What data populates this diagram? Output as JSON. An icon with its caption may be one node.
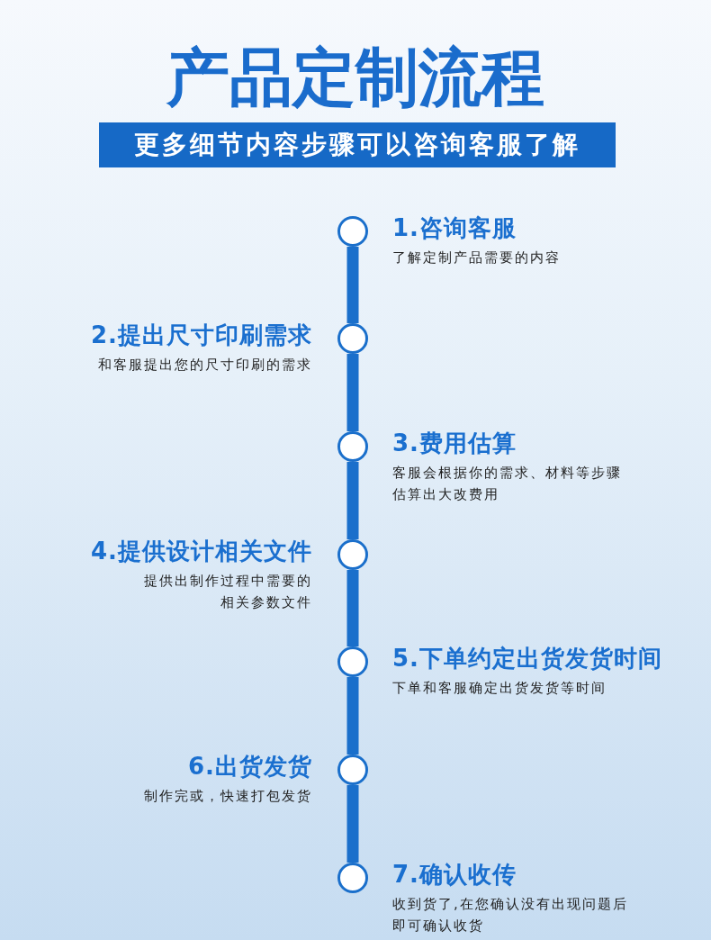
{
  "diagram": {
    "title": "产品定制流程",
    "nodes": [
      {
        "text": [
          "更多细节内容步骤可以咨询客服了解"
        ]
      },
      {
        "text": [],
        "shape": "circle",
        "beside": [
          "1.咨询客服",
          "了解定制产品需要的内容"
        ]
      },
      {
        "text": [],
        "shape": "circle",
        "beside": [
          "2.提出尺寸印刷需求",
          "和客服提出您的尺寸印刷的需求"
        ]
      },
      {
        "text": [],
        "shape": "circle",
        "beside": [
          "3.费用估算",
          "客服会根据你的需求、材料等步骤估算出大改费用"
        ]
      },
      {
        "text": [],
        "shape": "circle",
        "beside": [
          "4.提供设计相关文件",
          "提供出制作过程中需要的相关参数文件"
        ]
      },
      {
        "text": [],
        "shape": "circle",
        "beside": [
          "5.下单约定出货发货时间",
          "下单和客服确定出货发货等时间"
        ]
      },
      {
        "text": [],
        "shape": "circle",
        "beside": [
          "6.出货发货",
          "制作完或，快速打包发货"
        ]
      },
      {
        "text": [],
        "shape": "circle",
        "beside": [
          "7.确认收传",
          "收到货了,在您确认没有出现问题后即可确认收货"
        ]
      }
    ],
    "edges": [
      {
        "from": 1,
        "to": 2,
        "arrow": "none"
      },
      {
        "from": 2,
        "to": 3,
        "arrow": "none"
      },
      {
        "from": 3,
        "to": 4,
        "arrow": "none"
      },
      {
        "from": 4,
        "to": 5,
        "arrow": "none"
      },
      {
        "from": 5,
        "to": 6,
        "arrow": "none"
      },
      {
        "from": 6,
        "to": 7,
        "arrow": "none"
      }
    ]
  }
}
